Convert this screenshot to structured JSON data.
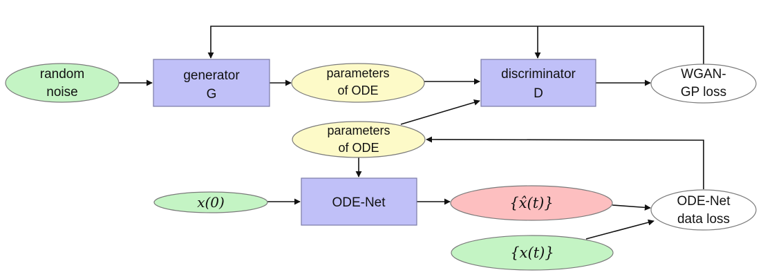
{
  "colors": {
    "box": "#c0c0f8",
    "green": "#c4f4c4",
    "yellow": "#fdfac8",
    "pink": "#fdbfc0",
    "white": "#ffffff"
  },
  "nodes": {
    "random_noise": {
      "line1": "random",
      "line2": "noise"
    },
    "generator": {
      "line1": "generator",
      "line2": "G"
    },
    "params_top": {
      "line1": "parameters",
      "line2": "of ODE"
    },
    "discriminator": {
      "line1": "discriminator",
      "line2": "D"
    },
    "wgan_loss": {
      "line1": "WGAN-",
      "line2": "GP loss"
    },
    "params_mid": {
      "line1": "parameters",
      "line2": "of ODE"
    },
    "x0": {
      "label": "x(0)"
    },
    "ode_net": {
      "label": "ODE-Net"
    },
    "xhat_t": {
      "label": "{x̂(t)}"
    },
    "ode_loss": {
      "line1": "ODE-Net",
      "line2": "data loss"
    },
    "x_t": {
      "label": "{x(t)}"
    }
  }
}
